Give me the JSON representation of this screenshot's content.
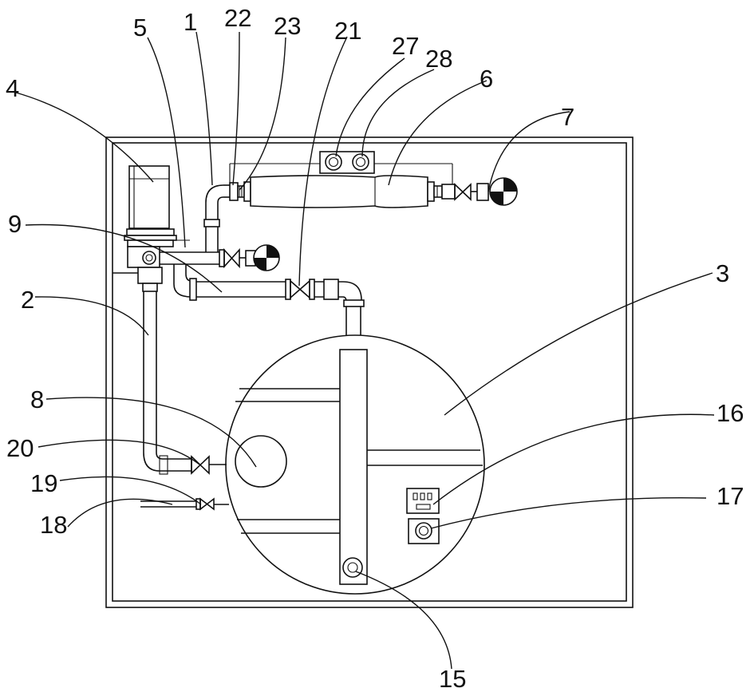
{
  "labels": {
    "n1": "1",
    "n2": "2",
    "n3": "3",
    "n4": "4",
    "n5": "5",
    "n6": "6",
    "n7": "7",
    "n8": "8",
    "n9": "9",
    "n15": "15",
    "n16": "16",
    "n17": "17",
    "n18": "18",
    "n19": "19",
    "n20": "20",
    "n21": "21",
    "n22": "22",
    "n23": "23",
    "n27": "27",
    "n28": "28"
  }
}
